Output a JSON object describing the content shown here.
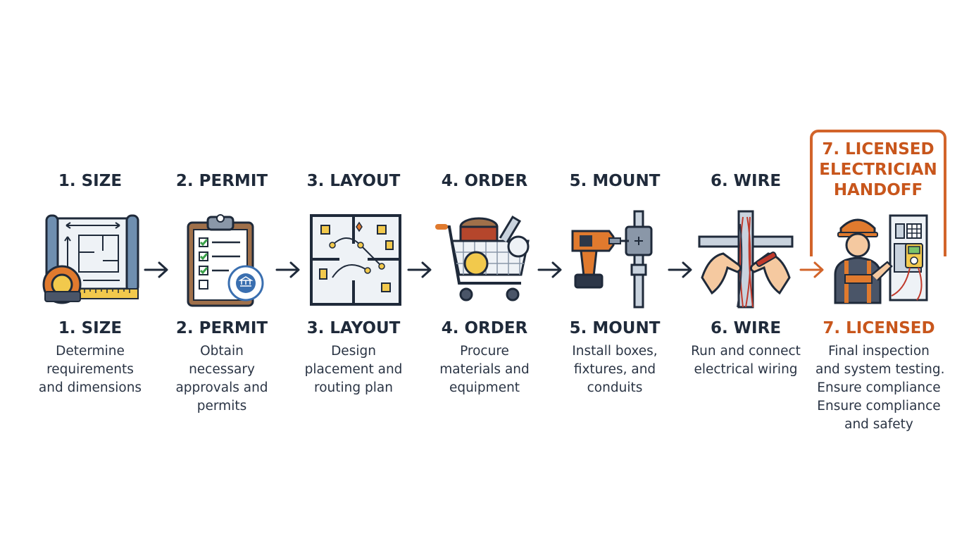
{
  "steps": [
    {
      "title": "1. SIZE",
      "subtitle": "1. SIZE",
      "desc": [
        "Determine",
        "requirements",
        "and dimensions"
      ],
      "icon": "tape-measure-blueprint-icon"
    },
    {
      "title": "2. PERMIT",
      "subtitle": "2. PERMIT",
      "desc": [
        "Obtain",
        "necessary",
        "approvals and",
        "permits"
      ],
      "icon": "clipboard-checklist-icon"
    },
    {
      "title": "3. LAYOUT",
      "subtitle": "3. LAYOUT",
      "desc": [
        "Design",
        "placement and",
        "routing plan"
      ],
      "icon": "floor-plan-icon"
    },
    {
      "title": "4. ORDER",
      "subtitle": "4. ORDER",
      "desc": [
        "Procure",
        "materials and",
        "equipment"
      ],
      "icon": "shopping-cart-icon"
    },
    {
      "title": "5. MOUNT",
      "subtitle": "5. MOUNT",
      "desc": [
        "Install boxes,",
        "fixtures, and",
        "conduits"
      ],
      "icon": "drill-conduit-icon"
    },
    {
      "title": "6. WIRE",
      "subtitle": "6. WIRE",
      "desc": [
        "Run and connect",
        "electrical wiring"
      ],
      "icon": "hands-wiring-icon"
    },
    {
      "title_lines": [
        "7. LICENSED",
        "ELECTRICIAN",
        "HANDOFF"
      ],
      "subtitle": "7. LICENSED",
      "desc": [
        "Final inspection",
        "and system testing.",
        "Ensure compliance",
        "Ensure compliance",
        "and safety"
      ],
      "icon": "electrician-panel-icon"
    }
  ],
  "colors": {
    "primary_text": "#1f2a3a",
    "accent": "#c8561c",
    "icon_blue": "#6f8fb0",
    "icon_orange": "#e07a2e"
  }
}
